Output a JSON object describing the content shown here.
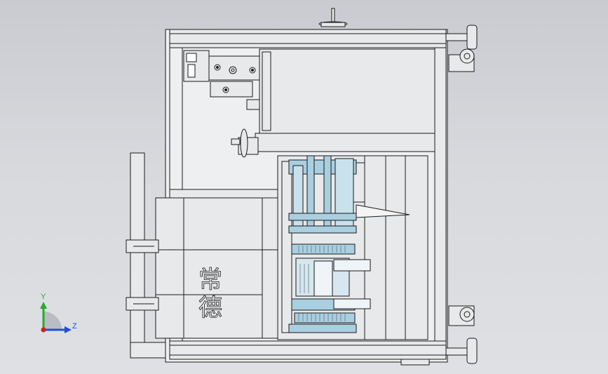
{
  "viewport": {
    "background_top": "#c9cbd0",
    "background_bottom": "#dfe0e3",
    "line_color": "#1a1a1a",
    "part_fill": "#e8e9ea",
    "highlight_fill": "#a9cfe0"
  },
  "triad": {
    "y_label": "Y",
    "z_label": "Z",
    "y_color": "#2aa830",
    "z_color": "#1d4fd8",
    "x_color": "#d0201b"
  },
  "engraving": {
    "lines": [
      "常",
      "德"
    ]
  }
}
